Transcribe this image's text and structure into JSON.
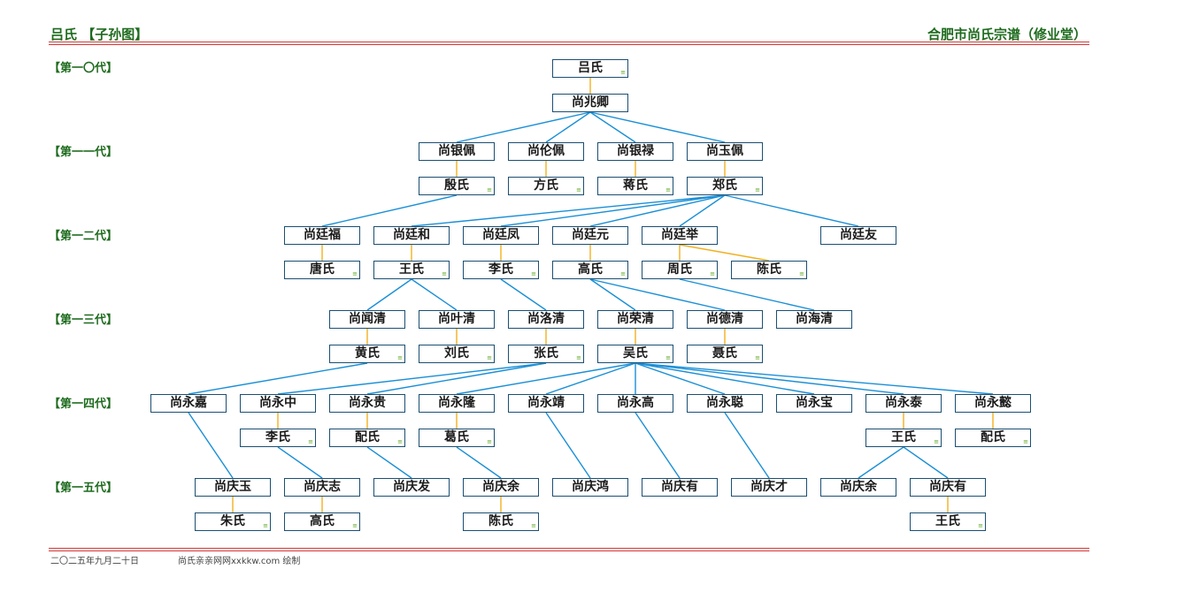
{
  "header": {
    "left": "吕氏 【子孙图】",
    "right": "合肥市尚氏宗谱（修业堂）"
  },
  "generations": [
    "【第一〇代】",
    "【第一一代】",
    "【第一二代】",
    "【第一三代】",
    "【第一四代】",
    "【第一五代】"
  ],
  "footer": {
    "date": "二〇二五年九月二十日",
    "source": "尚氏亲亲网网xxkkw.com 绘制"
  },
  "colors": {
    "descent_line": "#1a8fd6",
    "spouse_line": "#f2b01e",
    "header_text": "#1e6b1e",
    "rule": "#d23a3a",
    "node_border": "#1b4f72",
    "spouse_mark": "#58a51e"
  },
  "spouse_mark_glyph": "≡",
  "nodes": [
    {
      "id": "n1",
      "name": "吕氏",
      "spouse": true
    },
    {
      "id": "n2",
      "name": "尚兆卿",
      "spouse": false
    },
    {
      "id": "n3",
      "name": "尚银佩",
      "spouse": false
    },
    {
      "id": "n4",
      "name": "尚伦佩",
      "spouse": false
    },
    {
      "id": "n5",
      "name": "尚银禄",
      "spouse": false
    },
    {
      "id": "n6",
      "name": "尚玉佩",
      "spouse": false
    },
    {
      "id": "n7",
      "name": "殷氏",
      "spouse": true
    },
    {
      "id": "n8",
      "name": "方氏",
      "spouse": true
    },
    {
      "id": "n9",
      "name": "蒋氏",
      "spouse": true
    },
    {
      "id": "n10",
      "name": "郑氏",
      "spouse": true
    },
    {
      "id": "n11",
      "name": "尚廷福",
      "spouse": false
    },
    {
      "id": "n12",
      "name": "尚廷和",
      "spouse": false
    },
    {
      "id": "n13",
      "name": "尚廷凤",
      "spouse": false
    },
    {
      "id": "n14",
      "name": "尚廷元",
      "spouse": false
    },
    {
      "id": "n15",
      "name": "尚廷举",
      "spouse": false
    },
    {
      "id": "n16",
      "name": "尚廷友",
      "spouse": false
    },
    {
      "id": "n17",
      "name": "唐氏",
      "spouse": true
    },
    {
      "id": "n18",
      "name": "王氏",
      "spouse": true
    },
    {
      "id": "n19",
      "name": "李氏",
      "spouse": true
    },
    {
      "id": "n20",
      "name": "高氏",
      "spouse": true
    },
    {
      "id": "n21",
      "name": "周氏",
      "spouse": true
    },
    {
      "id": "n22",
      "name": "陈氏",
      "spouse": true
    },
    {
      "id": "n23",
      "name": "尚闻清",
      "spouse": false
    },
    {
      "id": "n24",
      "name": "尚叶清",
      "spouse": false
    },
    {
      "id": "n25",
      "name": "尚洛清",
      "spouse": false
    },
    {
      "id": "n26",
      "name": "尚荣清",
      "spouse": false
    },
    {
      "id": "n27",
      "name": "尚德清",
      "spouse": false
    },
    {
      "id": "n28",
      "name": "尚海清",
      "spouse": false
    },
    {
      "id": "n29",
      "name": "黄氏",
      "spouse": true
    },
    {
      "id": "n30",
      "name": "刘氏",
      "spouse": true
    },
    {
      "id": "n31",
      "name": "张氏",
      "spouse": true
    },
    {
      "id": "n32",
      "name": "吴氏",
      "spouse": true
    },
    {
      "id": "n33",
      "name": "聂氏",
      "spouse": true
    },
    {
      "id": "n34",
      "name": "尚永嘉",
      "spouse": false
    },
    {
      "id": "n35",
      "name": "尚永中",
      "spouse": false
    },
    {
      "id": "n36",
      "name": "尚永贵",
      "spouse": false
    },
    {
      "id": "n37",
      "name": "尚永隆",
      "spouse": false
    },
    {
      "id": "n38",
      "name": "尚永靖",
      "spouse": false
    },
    {
      "id": "n39",
      "name": "尚永高",
      "spouse": false
    },
    {
      "id": "n40",
      "name": "尚永聪",
      "spouse": false
    },
    {
      "id": "n41",
      "name": "尚永宝",
      "spouse": false
    },
    {
      "id": "n42",
      "name": "尚永泰",
      "spouse": false
    },
    {
      "id": "n43",
      "name": "尚永懿",
      "spouse": false
    },
    {
      "id": "n44",
      "name": "李氏",
      "spouse": true
    },
    {
      "id": "n45",
      "name": "配氏",
      "spouse": true
    },
    {
      "id": "n46",
      "name": "葛氏",
      "spouse": true
    },
    {
      "id": "n47",
      "name": "王氏",
      "spouse": true
    },
    {
      "id": "n48",
      "name": "配氏",
      "spouse": true
    },
    {
      "id": "n49",
      "name": "尚庆玉",
      "spouse": false
    },
    {
      "id": "n50",
      "name": "尚庆志",
      "spouse": false
    },
    {
      "id": "n51",
      "name": "尚庆发",
      "spouse": false
    },
    {
      "id": "n52",
      "name": "尚庆余",
      "spouse": false
    },
    {
      "id": "n53",
      "name": "尚庆鸿",
      "spouse": false
    },
    {
      "id": "n54",
      "name": "尚庆有",
      "spouse": false
    },
    {
      "id": "n55",
      "name": "尚庆才",
      "spouse": false
    },
    {
      "id": "n56",
      "name": "尚庆余",
      "spouse": false
    },
    {
      "id": "n57",
      "name": "尚庆有",
      "spouse": false
    },
    {
      "id": "n58",
      "name": "朱氏",
      "spouse": true
    },
    {
      "id": "n59",
      "name": "高氏",
      "spouse": true
    },
    {
      "id": "n60",
      "name": "陈氏",
      "spouse": true
    },
    {
      "id": "n61",
      "name": "王氏",
      "spouse": true
    }
  ],
  "spouse_links": [
    [
      "n1",
      "n2"
    ],
    [
      "n3",
      "n7"
    ],
    [
      "n4",
      "n8"
    ],
    [
      "n5",
      "n9"
    ],
    [
      "n6",
      "n10"
    ],
    [
      "n11",
      "n17"
    ],
    [
      "n12",
      "n18"
    ],
    [
      "n13",
      "n19"
    ],
    [
      "n14",
      "n20"
    ],
    [
      "n15",
      "n21"
    ],
    [
      "n15",
      "n22"
    ],
    [
      "n23",
      "n29"
    ],
    [
      "n24",
      "n30"
    ],
    [
      "n25",
      "n31"
    ],
    [
      "n26",
      "n32"
    ],
    [
      "n27",
      "n33"
    ],
    [
      "n35",
      "n44"
    ],
    [
      "n36",
      "n45"
    ],
    [
      "n37",
      "n46"
    ],
    [
      "n42",
      "n47"
    ],
    [
      "n43",
      "n48"
    ],
    [
      "n49",
      "n58"
    ],
    [
      "n50",
      "n59"
    ],
    [
      "n52",
      "n60"
    ],
    [
      "n57",
      "n61"
    ]
  ],
  "descent_links": [
    [
      "n2",
      "n3"
    ],
    [
      "n2",
      "n4"
    ],
    [
      "n2",
      "n5"
    ],
    [
      "n2",
      "n6"
    ],
    [
      "n7",
      "n11"
    ],
    [
      "n10",
      "n12"
    ],
    [
      "n10",
      "n13"
    ],
    [
      "n10",
      "n14"
    ],
    [
      "n10",
      "n15"
    ],
    [
      "n10",
      "n16"
    ],
    [
      "n18",
      "n23"
    ],
    [
      "n18",
      "n24"
    ],
    [
      "n19",
      "n25"
    ],
    [
      "n20",
      "n26"
    ],
    [
      "n20",
      "n27"
    ],
    [
      "n21",
      "n28"
    ],
    [
      "n29",
      "n34"
    ],
    [
      "n31",
      "n35"
    ],
    [
      "n31",
      "n36"
    ],
    [
      "n32",
      "n37"
    ],
    [
      "n32",
      "n38"
    ],
    [
      "n32",
      "n39"
    ],
    [
      "n32",
      "n40"
    ],
    [
      "n32",
      "n41"
    ],
    [
      "n32",
      "n42"
    ],
    [
      "n32",
      "n43"
    ],
    [
      "n34",
      "n49"
    ],
    [
      "n44",
      "n50"
    ],
    [
      "n45",
      "n51"
    ],
    [
      "n46",
      "n52"
    ],
    [
      "n38",
      "n53"
    ],
    [
      "n39",
      "n54"
    ],
    [
      "n40",
      "n55"
    ],
    [
      "n47",
      "n56"
    ],
    [
      "n47",
      "n57"
    ]
  ]
}
